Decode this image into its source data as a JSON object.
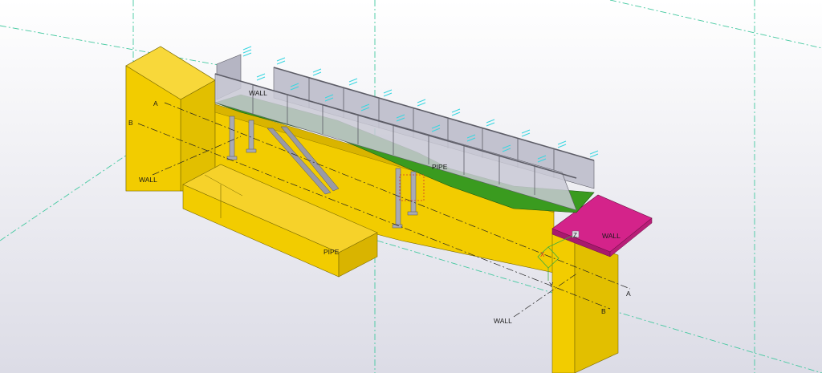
{
  "viewport": {
    "background_top": "#ffffff",
    "background_bottom": "#dcdce6"
  },
  "colors": {
    "wall_yellow_front": "#f2cc00",
    "wall_yellow_top": "#f6d22a",
    "wall_yellow_side": "#d9b400",
    "slab_magenta": "#d4238a",
    "slab_magenta_side": "#a81a6d",
    "deck_green": "#3a9b1f",
    "railing_grey": "#b5b5c3",
    "railing_dark": "#5c5c66",
    "grid_line": "#44c9a0",
    "marker_cyan": "#37d6e0",
    "weld_red": "#d03030"
  },
  "labels": {
    "grid_a_left": "A",
    "grid_b_left": "B",
    "wall_left": "WALL",
    "wall_top": "WALL",
    "pipe_center": "PIPE",
    "pipe_front": "PIPE",
    "wall_slab": "WALL",
    "grid_a_right": "A",
    "grid_b_right": "B",
    "wall_bottom": "WALL",
    "axis_x": "X",
    "axis_y": "Y",
    "axis_z": "Z"
  },
  "icons": {
    "axis_gizmo": "xyz-axis-icon",
    "part_marker": "part-mark-icon"
  }
}
